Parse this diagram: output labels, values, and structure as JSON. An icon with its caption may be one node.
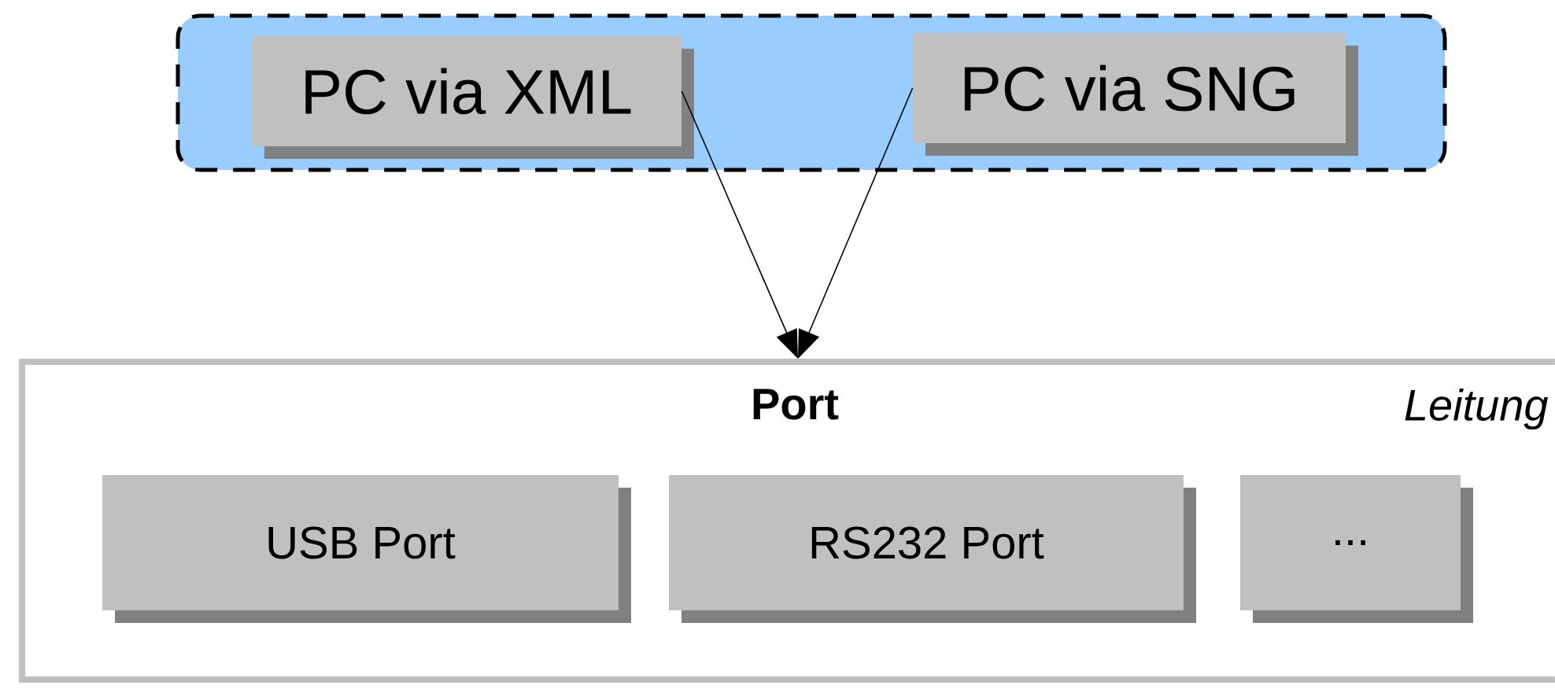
{
  "diagram": {
    "nodes": [
      {
        "text": [],
        "shape": "box"
      },
      {
        "text": [
          "PC via XML"
        ],
        "in": 0
      },
      {
        "text": [
          "PC via SNG"
        ],
        "in": 0
      },
      {
        "text": [
          "Port",
          "Leitung"
        ]
      },
      {
        "text": [
          "USB Port"
        ],
        "in": 3
      },
      {
        "text": [
          "RS232 Port"
        ],
        "in": 3
      },
      {
        "text": [
          "..."
        ],
        "in": 3
      }
    ],
    "edges": [
      {
        "from": 1,
        "to": 3,
        "arrow": "to"
      },
      {
        "from": 2,
        "to": 3,
        "arrow": "to"
      }
    ]
  }
}
